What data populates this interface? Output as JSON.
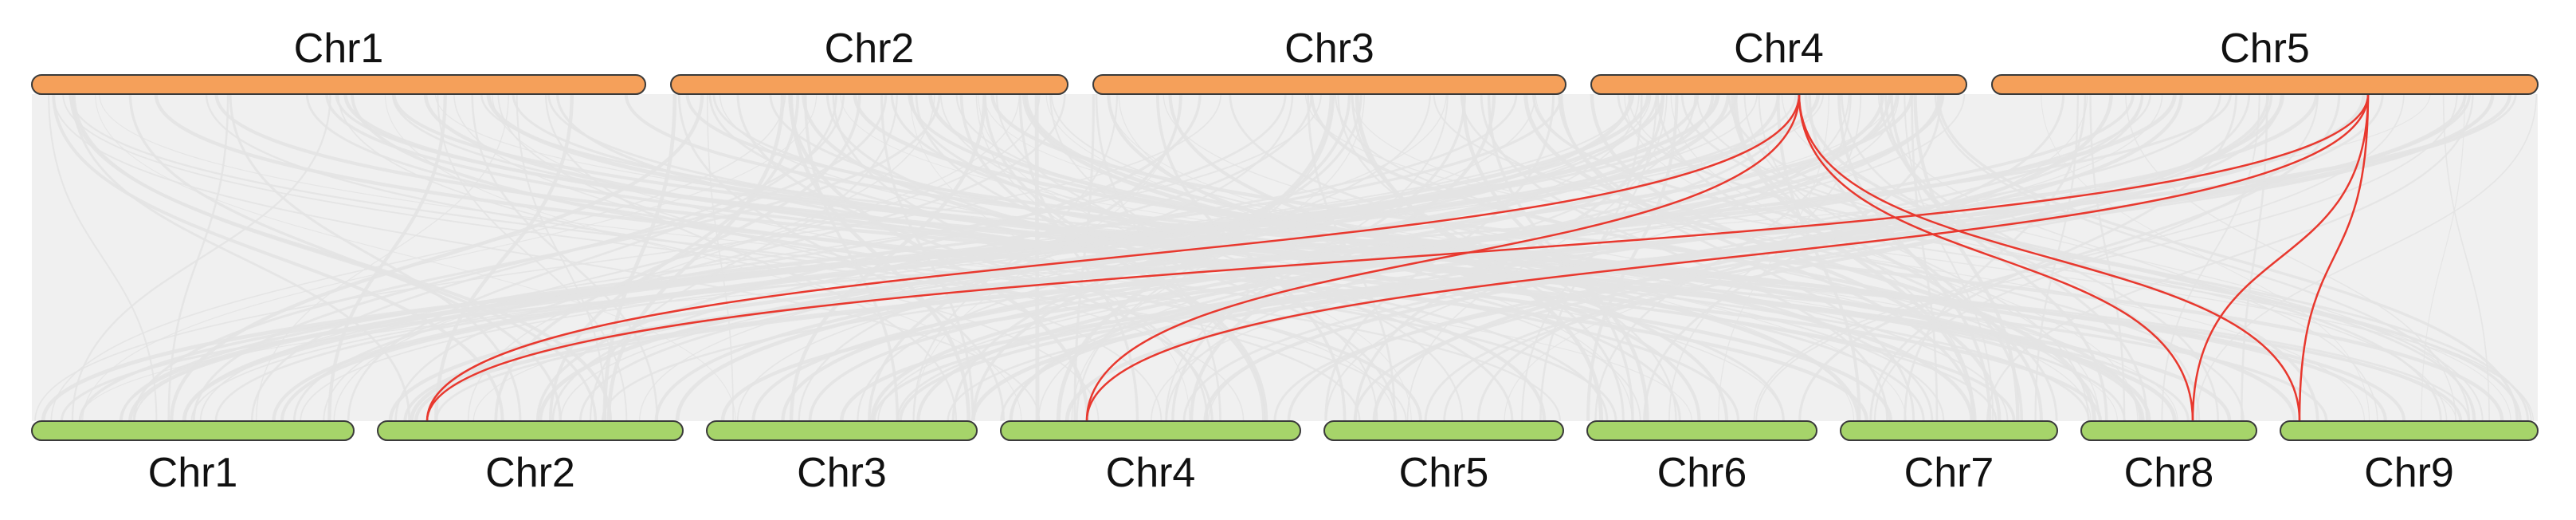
{
  "colors": {
    "top_bar": "#F5A05A",
    "bottom_bar": "#A6D46A",
    "bar_outline": "#3A3A3A",
    "background_links": "#E3E3E3",
    "highlight_links": "#E8382E"
  },
  "top_genome": {
    "chromosomes": [
      {
        "id": "t1",
        "label": "Chr1"
      },
      {
        "id": "t2",
        "label": "Chr2"
      },
      {
        "id": "t3",
        "label": "Chr3"
      },
      {
        "id": "t4",
        "label": "Chr4"
      },
      {
        "id": "t5",
        "label": "Chr5"
      }
    ]
  },
  "bottom_genome": {
    "chromosomes": [
      {
        "id": "b1",
        "label": "Chr1"
      },
      {
        "id": "b2",
        "label": "Chr2"
      },
      {
        "id": "b3",
        "label": "Chr3"
      },
      {
        "id": "b4",
        "label": "Chr4"
      },
      {
        "id": "b5",
        "label": "Chr5"
      },
      {
        "id": "b6",
        "label": "Chr6"
      },
      {
        "id": "b7",
        "label": "Chr7"
      },
      {
        "id": "b8",
        "label": "Chr8"
      },
      {
        "id": "b9",
        "label": "Chr9"
      }
    ]
  },
  "highlighted_links": [
    {
      "from": "Chr4",
      "to": "Chr2"
    },
    {
      "from": "Chr4",
      "to": "Chr4"
    },
    {
      "from": "Chr4",
      "to": "Chr8"
    },
    {
      "from": "Chr4",
      "to": "Chr9"
    },
    {
      "from": "Chr5",
      "to": "Chr2"
    },
    {
      "from": "Chr5",
      "to": "Chr4"
    },
    {
      "from": "Chr5",
      "to": "Chr8"
    },
    {
      "from": "Chr5",
      "to": "Chr9"
    }
  ]
}
